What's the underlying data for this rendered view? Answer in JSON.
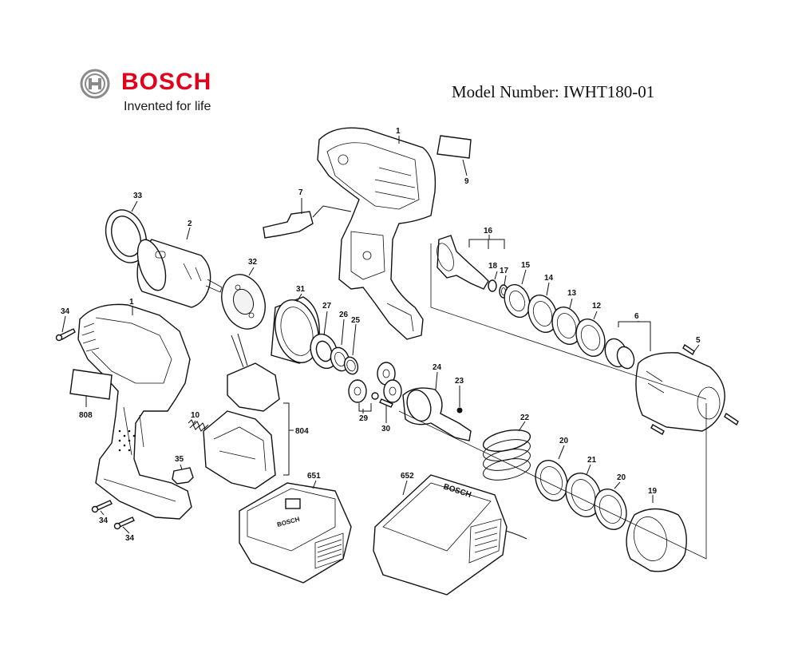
{
  "brand": {
    "name": "BOSCH",
    "tagline": "Invented for life",
    "logo_icon": "bosch-armature-icon",
    "color": "#e2001a"
  },
  "model": {
    "line": "Model Number: IWHT180-01"
  },
  "battery_brand_text": "BOSCH",
  "charger_brand_text": "BOSCH",
  "part_labels": {
    "p1a": "1",
    "p1b": "1",
    "p2": "2",
    "p5": "5",
    "p6": "6",
    "p7": "7",
    "p9": "9",
    "p10": "10",
    "p12": "12",
    "p13": "13",
    "p14": "14",
    "p15": "15",
    "p16": "16",
    "p17": "17",
    "p18": "18",
    "p19": "19",
    "p20a": "20",
    "p20b": "20",
    "p21": "21",
    "p22": "22",
    "p23": "23",
    "p24": "24",
    "p25": "25",
    "p26": "26",
    "p27": "27",
    "p29": "29",
    "p30": "30",
    "p31": "31",
    "p32": "32",
    "p33": "33",
    "p34a": "34",
    "p34b": "34",
    "p34c": "34",
    "p35": "35",
    "p651": "651",
    "p652": "652",
    "p804": "804",
    "p808": "808"
  }
}
